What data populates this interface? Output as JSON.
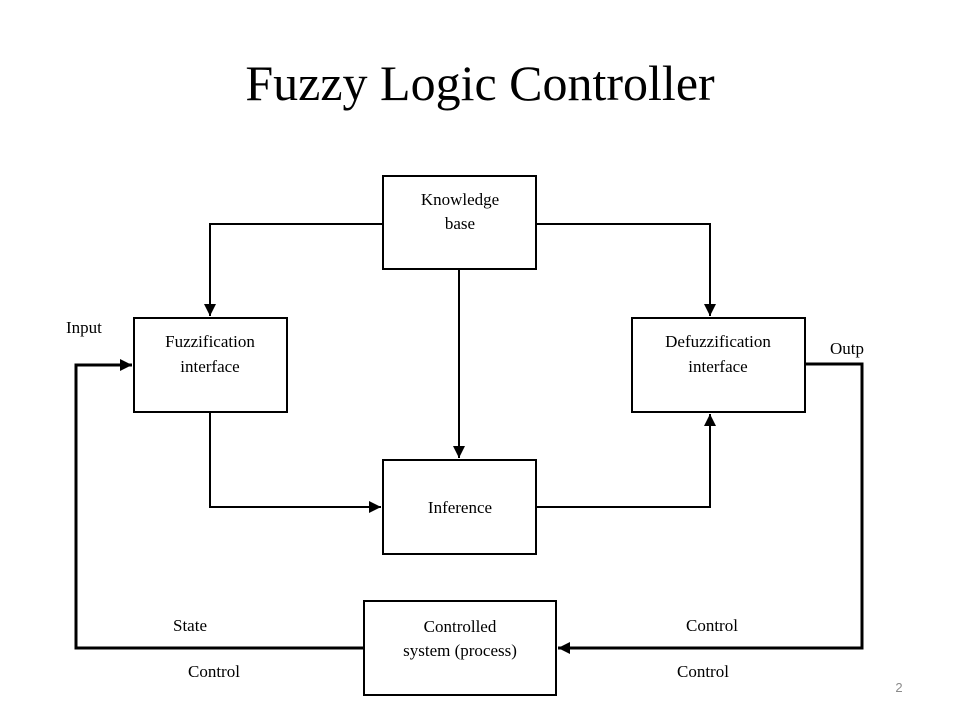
{
  "slide": {
    "title": "Fuzzy Logic Controller",
    "number": "2"
  },
  "diagram": {
    "blocks": {
      "knowledge_base": [
        "Knowledge",
        "base"
      ],
      "fuzzification": [
        "Fuzzification",
        "interface"
      ],
      "defuzzification": [
        "Defuzzification",
        "interface"
      ],
      "inference": [
        "Inference"
      ],
      "controlled_system": [
        "Controlled",
        "system (process)"
      ]
    },
    "labels": {
      "input": "Input",
      "output": "Outp",
      "state": "State",
      "control_left": "Control",
      "control_right_top": "Control",
      "control_right_bottom": "Control"
    }
  }
}
